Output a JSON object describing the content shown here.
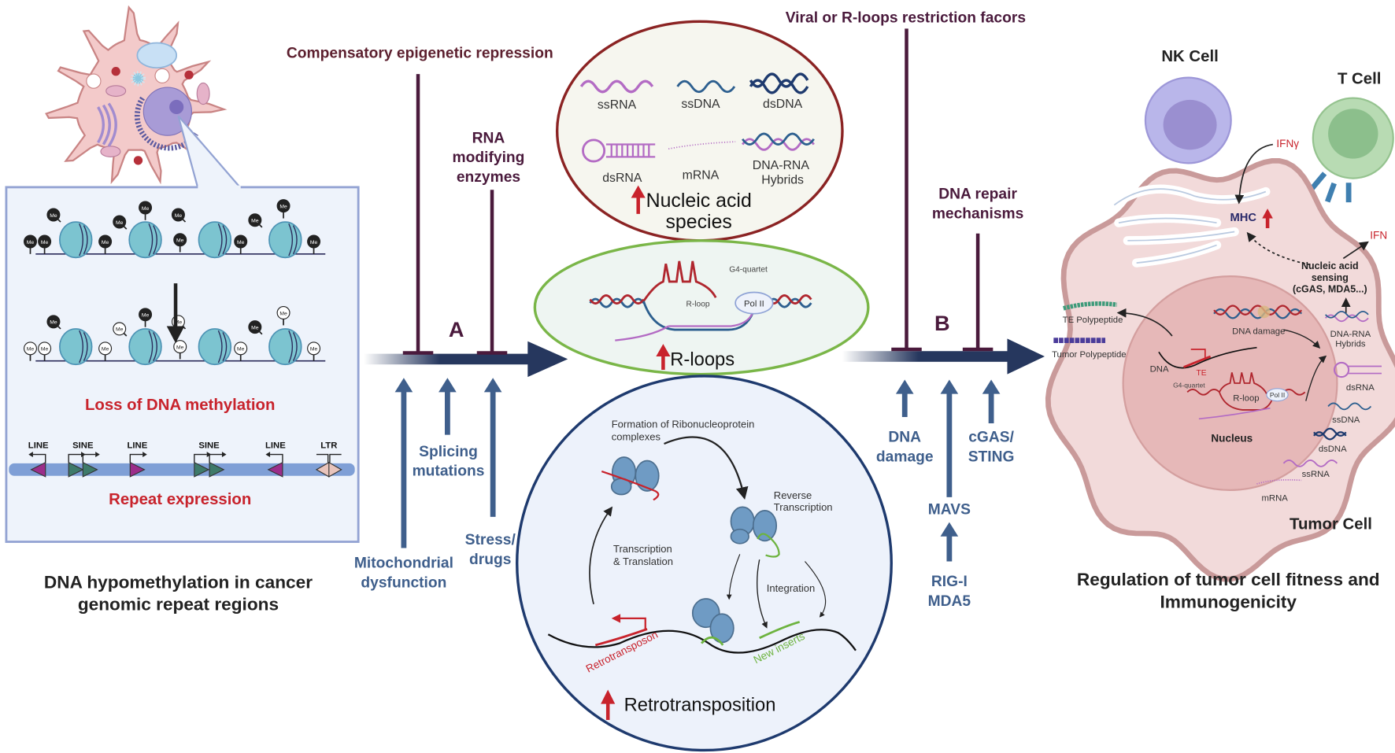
{
  "left_panel": {
    "me_label": "Me",
    "loss_label": "Loss of DNA methylation",
    "repeat_label": "Repeat expression",
    "repeat_elements": [
      {
        "label": "LINE",
        "direction": "left",
        "color": "#9b2d8a"
      },
      {
        "label": "SINE",
        "direction": "right",
        "color": "#3e7a6a"
      },
      {
        "label": "LINE",
        "direction": "right",
        "color": "#9b2d8a"
      },
      {
        "label": "SINE",
        "direction": "right",
        "color": "#3e7a6a"
      },
      {
        "label": "LINE",
        "direction": "left",
        "color": "#9b2d8a"
      },
      {
        "label": "LTR",
        "direction": "both",
        "color": "#e8c4bc"
      }
    ],
    "caption": [
      "DNA hypomethylation in cancer",
      "genomic repeat regions"
    ]
  },
  "pathway_a": {
    "marker": "A",
    "inhibitor_1": "Compensatory epigenetic repression",
    "inhibitor_2": [
      "RNA",
      "modifying",
      "enzymes"
    ],
    "inducer_splicing": [
      "Splicing",
      "mutations"
    ],
    "inducer_mito": [
      "Mitochondrial",
      "dysfunction"
    ],
    "inducer_stress": [
      "Stress/",
      "drugs"
    ]
  },
  "nucleic_acids": {
    "species": [
      "ssRNA",
      "ssDNA",
      "dsDNA",
      "dsRNA",
      "mRNA",
      [
        "DNA-RNA",
        "Hybrids"
      ]
    ],
    "title": [
      "Nucleic acid",
      "species"
    ]
  },
  "rloops": {
    "g4": "G4-quartet",
    "rloop": "R-loop",
    "pol": "Pol II",
    "title": "R-loops"
  },
  "retro": {
    "formation": [
      "Formation of Ribonucleoprotein",
      "complexes"
    ],
    "reverse": [
      "Reverse",
      "Transcription"
    ],
    "tt": [
      "Transcription",
      "& Translation"
    ],
    "integration": "Integration",
    "retrotransposon": "Retrotransposon",
    "new_inserts": "New inserts",
    "title": "Retrotransposition"
  },
  "pathway_b": {
    "marker": "B",
    "inhibitor_1": "Viral or R-loops restriction facors",
    "inhibitor_2": [
      "DNA repair",
      "mechanisms"
    ],
    "inducer_dna_damage": [
      "DNA",
      "damage"
    ],
    "inducer_cgas": [
      "cGAS/",
      "STING"
    ],
    "inducer_mavs": "MAVS",
    "inducer_rig": [
      "RIG-I",
      "MDA5"
    ]
  },
  "tumor": {
    "nk_cell": "NK Cell",
    "t_cell": "T Cell",
    "ifng": "IFNγ",
    "mhc": "MHC",
    "ifn": "IFN",
    "sensing": [
      "Nucleic acid",
      "sensing",
      "(cGAS, MDA5...)"
    ],
    "te_polypeptide": "TE Polypeptide",
    "tumor_polypeptide": "Tumor Polypeptide",
    "dna": "DNA",
    "te": "TE",
    "dna_damage": "DNA damage",
    "g4": "G4-quartet",
    "rloop": "R-loop",
    "pol": "Pol II",
    "nucleus": "Nucleus",
    "species": [
      [
        "DNA-RNA",
        "Hybrids"
      ],
      "dsRNA",
      "ssDNA",
      "dsDNA",
      "ssRNA",
      "mRNA"
    ],
    "tumor_cell": "Tumor Cell",
    "caption": [
      "Regulation of tumor cell fitness and",
      "Immunogenicity"
    ]
  },
  "colors": {
    "main_arrow": "#26375e",
    "inhibitor": "#4a1a3c",
    "inducer": "#3f5f8c",
    "highlight_red": "#c8232c",
    "nucleic_ellipse": "#8b2323",
    "rloop_ellipse": "#7ab648",
    "retro_circle": "#1e3a6e"
  }
}
